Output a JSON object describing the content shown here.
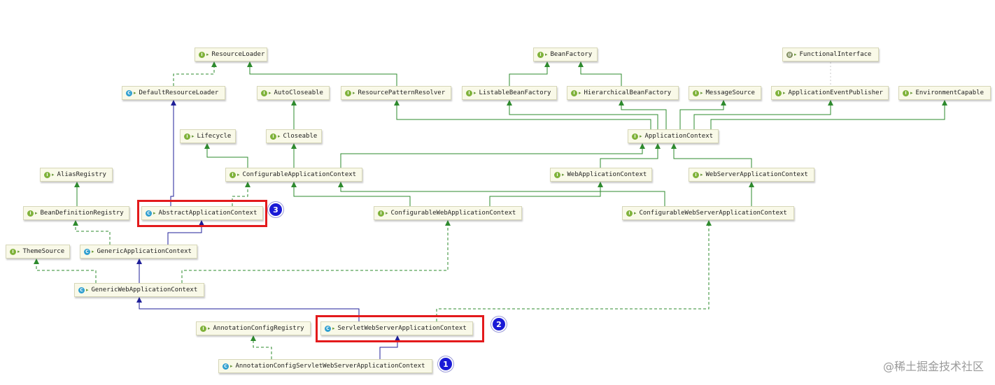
{
  "nodes": {
    "ResourceLoader": {
      "label": "ResourceLoader",
      "kind": "interface"
    },
    "BeanFactory": {
      "label": "BeanFactory",
      "kind": "interface"
    },
    "FunctionalInterface": {
      "label": "FunctionalInterface",
      "kind": "annotation"
    },
    "DefaultResourceLoader": {
      "label": "DefaultResourceLoader",
      "kind": "class"
    },
    "AutoCloseable": {
      "label": "AutoCloseable",
      "kind": "interface"
    },
    "ResourcePatternResolver": {
      "label": "ResourcePatternResolver",
      "kind": "interface"
    },
    "ListableBeanFactory": {
      "label": "ListableBeanFactory",
      "kind": "interface"
    },
    "HierarchicalBeanFactory": {
      "label": "HierarchicalBeanFactory",
      "kind": "interface"
    },
    "MessageSource": {
      "label": "MessageSource",
      "kind": "interface"
    },
    "ApplicationEventPublisher": {
      "label": "ApplicationEventPublisher",
      "kind": "interface"
    },
    "EnvironmentCapable": {
      "label": "EnvironmentCapable",
      "kind": "interface"
    },
    "Lifecycle": {
      "label": "Lifecycle",
      "kind": "interface"
    },
    "Closeable": {
      "label": "Closeable",
      "kind": "interface"
    },
    "ApplicationContext": {
      "label": "ApplicationContext",
      "kind": "interface"
    },
    "AliasRegistry": {
      "label": "AliasRegistry",
      "kind": "interface"
    },
    "ConfigurableApplicationContext": {
      "label": "ConfigurableApplicationContext",
      "kind": "interface"
    },
    "WebApplicationContext": {
      "label": "WebApplicationContext",
      "kind": "interface"
    },
    "WebServerApplicationContext": {
      "label": "WebServerApplicationContext",
      "kind": "interface"
    },
    "BeanDefinitionRegistry": {
      "label": "BeanDefinitionRegistry",
      "kind": "interface"
    },
    "AbstractApplicationContext": {
      "label": "AbstractApplicationContext",
      "kind": "class"
    },
    "ConfigurableWebApplicationContext": {
      "label": "ConfigurableWebApplicationContext",
      "kind": "interface"
    },
    "ConfigurableWebServerApplicationContext": {
      "label": "ConfigurableWebServerApplicationContext",
      "kind": "interface"
    },
    "ThemeSource": {
      "label": "ThemeSource",
      "kind": "interface"
    },
    "GenericApplicationContext": {
      "label": "GenericApplicationContext",
      "kind": "class"
    },
    "GenericWebApplicationContext": {
      "label": "GenericWebApplicationContext",
      "kind": "class"
    },
    "AnnotationConfigRegistry": {
      "label": "AnnotationConfigRegistry",
      "kind": "interface"
    },
    "ServletWebServerApplicationContext": {
      "label": "ServletWebServerApplicationContext",
      "kind": "class"
    },
    "AnnotationConfigServletWebServerApplicationContext": {
      "label": "AnnotationConfigServletWebServerApplicationContext",
      "kind": "class"
    }
  },
  "icon_letters": {
    "interface": "I",
    "class": "C",
    "annotation": "@"
  },
  "badges": {
    "one": "1",
    "two": "2",
    "three": "3"
  },
  "watermark": "@稀土掘金技术社区",
  "colors": {
    "implements_edge": "#2e8b2e",
    "extends_edge": "#1f1f99",
    "highlight_box": "#e31a1c",
    "badge": "#1a1ad6",
    "node_fill": "#f9f9e8"
  }
}
